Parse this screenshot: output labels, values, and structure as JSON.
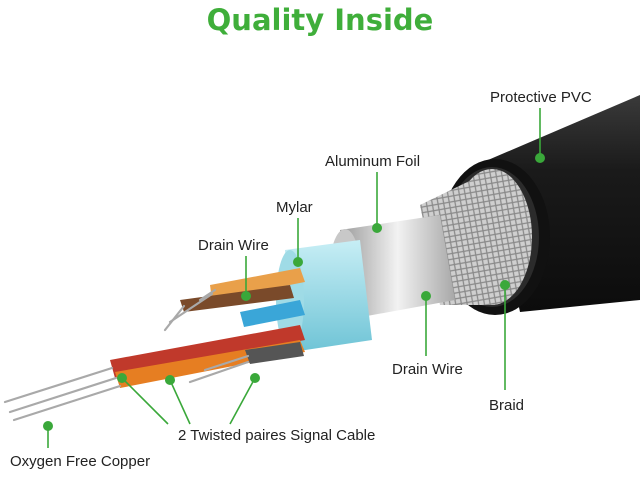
{
  "title": "Quality Inside",
  "colors": {
    "title": "#3fae3a",
    "leader": "#3aa83a",
    "jacket": "#1c1c1c",
    "foil": "#d9d9d9",
    "braid": "#b8b8b8",
    "mylar": "#8fd3e0",
    "red": "#c0392b",
    "orange": "#e67e22",
    "blue": "#3aa6d8",
    "brown": "#7a4a2a"
  },
  "labels": {
    "protective_pvc": "Protective PVC",
    "aluminum_foil": "Aluminum Foil",
    "mylar": "Mylar",
    "drain_wire_left": "Drain Wire",
    "drain_wire_right": "Drain Wire",
    "braid": "Braid",
    "twisted_pairs": "2 Twisted paires Signal Cable",
    "copper": "Oxygen Free Copper"
  }
}
